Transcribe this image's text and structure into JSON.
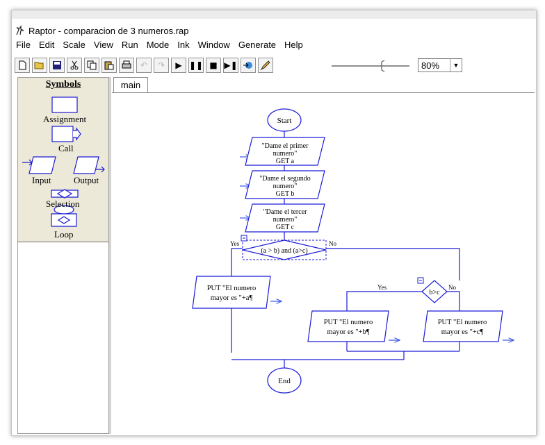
{
  "window": {
    "title": "Raptor - comparacion de 3 numeros.rap"
  },
  "menu": [
    "File",
    "Edit",
    "Scale",
    "View",
    "Run",
    "Mode",
    "Ink",
    "Window",
    "Generate",
    "Help"
  ],
  "toolbar": {
    "zoom_value": "80%",
    "buttons": [
      "new-file-icon",
      "open-folder-icon",
      "save-icon",
      "cut-icon",
      "copy-icon",
      "paste-icon",
      "print-icon",
      "undo-icon",
      "redo-icon",
      "run-icon",
      "pause-icon",
      "stop-icon",
      "step-icon",
      "test-icon",
      "pen-icon"
    ]
  },
  "symbols": {
    "title": "Symbols",
    "assignment": "Assignment",
    "call": "Call",
    "input": "Input",
    "output": "Output",
    "selection": "Selection",
    "loop": "Loop"
  },
  "tabs": {
    "main": "main"
  },
  "flowchart": {
    "start": "Start",
    "input1": [
      "\"Dame el primer",
      "numero\"",
      "GET a"
    ],
    "input2": [
      "\"Dame el segundo",
      "numero\"",
      "GET b"
    ],
    "input3": [
      "\"Dame el tercer",
      "numero\"",
      "GET c"
    ],
    "cond1": "(a > b) and (a>c)",
    "yes": "Yes",
    "no": "No",
    "out_a": [
      "PUT \"El numero",
      "mayor es \"+a¶"
    ],
    "cond2": "b>c",
    "out_b": [
      "PUT \"El numero",
      "mayor es \"+b¶"
    ],
    "out_c": [
      "PUT \"El numero",
      "mayor es \"+c¶"
    ],
    "end": "End"
  },
  "colors": {
    "flow_stroke": "#1a1ad6",
    "arrow": "#3a57e8",
    "panel": "#ece9d8"
  }
}
